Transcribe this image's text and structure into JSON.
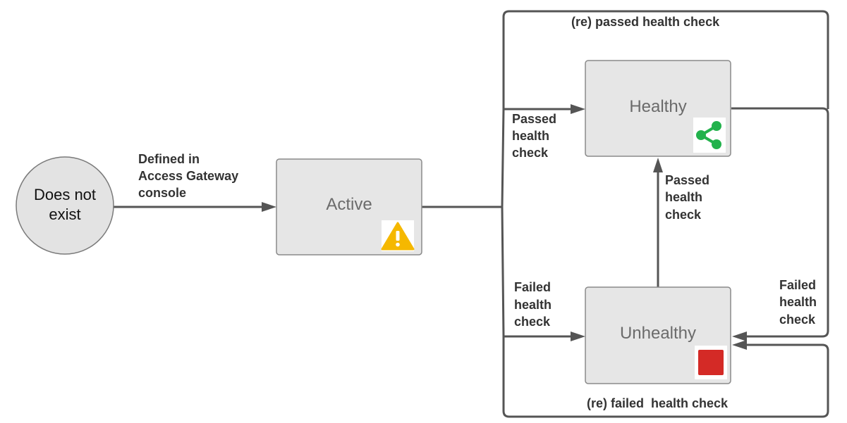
{
  "start": {
    "label_lines": [
      "Does not",
      "exist"
    ]
  },
  "states": {
    "active": {
      "label": "Active",
      "icon": "warning-icon",
      "icon_color": "#f5b800"
    },
    "healthy": {
      "label": "Healthy",
      "icon": "share-icon",
      "icon_color": "#22b24c"
    },
    "unhealthy": {
      "label": "Unhealthy",
      "icon": "stop-square-icon",
      "icon_color": "#d42a26"
    }
  },
  "transitions": {
    "defined": [
      "Defined in",
      "Access Gateway",
      "console"
    ],
    "active_to_healthy": [
      "Passed",
      "health",
      "check"
    ],
    "active_to_unhealthy": [
      "Failed",
      "health",
      "check"
    ],
    "unhealthy_to_healthy": [
      "Passed",
      "health",
      "check"
    ],
    "healthy_to_unhealthy": [
      "Failed",
      "health",
      "check"
    ],
    "healthy_self": "(re) passed health check",
    "unhealthy_self": "(re) failed  health check"
  }
}
